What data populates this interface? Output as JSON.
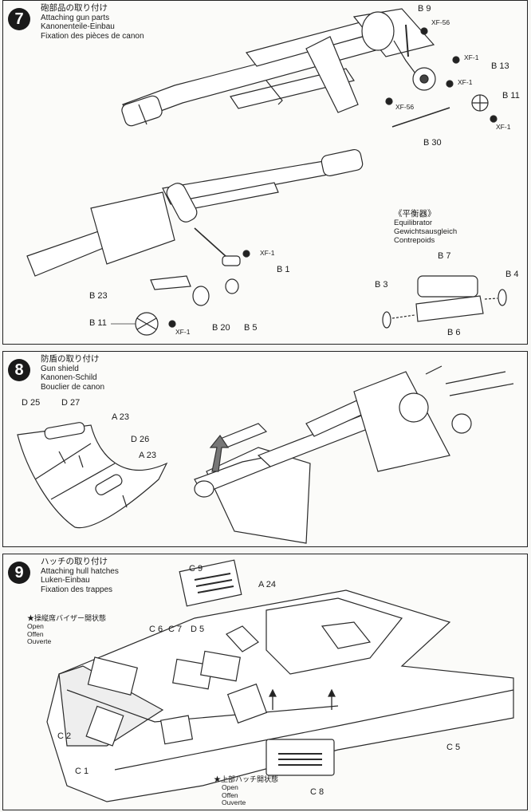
{
  "step7": {
    "number": "7",
    "title_jp": "砲部品の取り付け",
    "title_en": "Attaching gun parts",
    "title_de": "Kanonenteile-Einbau",
    "title_fr": "Fixation des pièces de canon",
    "parts": {
      "b9": "B 9",
      "xf56_a": "XF-56",
      "xf1_a": "XF-1",
      "b13": "B 13",
      "xf1_b": "XF-1",
      "xf56_b": "XF-56",
      "b11_a": "B 11",
      "xf1_c": "XF-1",
      "b30": "B 30",
      "xf1_d": "XF-1",
      "b1": "B 1",
      "b23": "B 23",
      "b11_b": "B 11",
      "xf1_e": "XF-1",
      "b20": "B 20",
      "b5": "B 5"
    },
    "equilibrator": {
      "title_jp": "《平衡器》",
      "title_en": "Equilibrator",
      "title_de": "Gewichtsausgleich",
      "title_fr": "Contrepoids",
      "b7": "B 7",
      "b3": "B 3",
      "b4": "B 4",
      "b6": "B 6"
    }
  },
  "step8": {
    "number": "8",
    "title_jp": "防盾の取り付け",
    "title_en": "Gun shield",
    "title_de": "Kanonen-Schild",
    "title_fr": "Bouclier de canon",
    "parts": {
      "d25": "D 25",
      "d27": "D 27",
      "a23_a": "A 23",
      "d26": "D 26",
      "a23_b": "A 23"
    }
  },
  "step9": {
    "number": "9",
    "title_jp": "ハッチの取り付け",
    "title_en": "Attaching hull hatches",
    "title_de": "Luken-Einbau",
    "title_fr": "Fixation des trappes",
    "visor_note": {
      "jp": "★操縦席バイザー開状態",
      "en": "Open",
      "de": "Offen",
      "fr": "Ouverte"
    },
    "hatch_note": {
      "jp": "★上部ハッチ開状態",
      "en": "Open",
      "de": "Offen",
      "fr": "Ouverte"
    },
    "parts": {
      "c9": "C 9",
      "a24": "A 24",
      "c6": "C 6",
      "c7": "C 7",
      "d5": "D 5",
      "c2": "C 2",
      "c1": "C 1",
      "c5": "C 5",
      "c8": "C 8"
    }
  }
}
